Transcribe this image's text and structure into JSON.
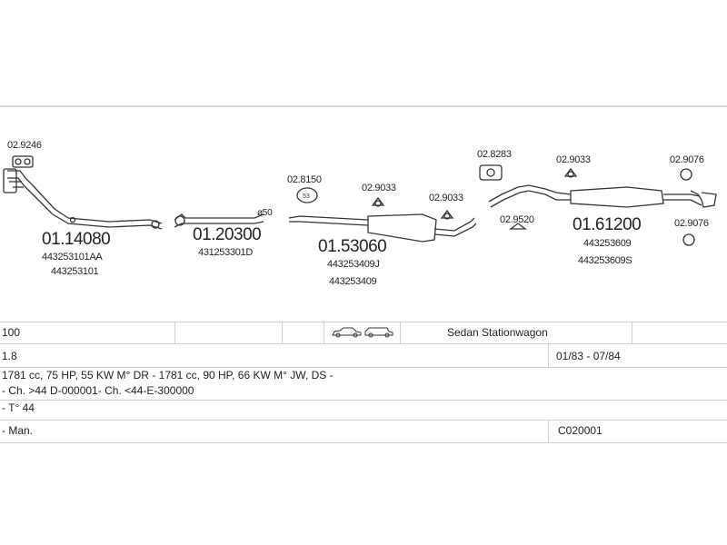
{
  "parts": {
    "p1": {
      "code": "01.14080",
      "refs": [
        "443253101AA",
        "443253101"
      ],
      "clamp": "02.9246"
    },
    "p2": {
      "code": "01.20300",
      "refs": [
        "431253301D"
      ],
      "mark": "ø50"
    },
    "p3": {
      "code": "01.53060",
      "refs": [
        "443253409J",
        "443253409"
      ],
      "hanger1": "02.8150",
      "hanger2": "02.9033",
      "hanger3": "02.9033"
    },
    "p4": {
      "code": "01.61200",
      "refs": [
        "443253609",
        "443253609S"
      ],
      "hanger1": "02.8283",
      "hanger2": "02.9520",
      "hanger3": "02.9033",
      "hanger4": "02.9076",
      "hanger5": "02.9076"
    }
  },
  "table": {
    "model": "100",
    "body_types": "Sedan  Stationwagon",
    "engine": "1.8",
    "years": "01/83 - 07/84",
    "specs": "1781 cc, 75 HP, 55 KW M° DR - 1781 cc, 90 HP, 66 KW M° JW, DS -",
    "chassis": "- Ch. >44 D-000001- Ch. <44-E-300000",
    "type": "- T° 44",
    "transmission": "- Man.",
    "catalog_code": "C020001"
  }
}
